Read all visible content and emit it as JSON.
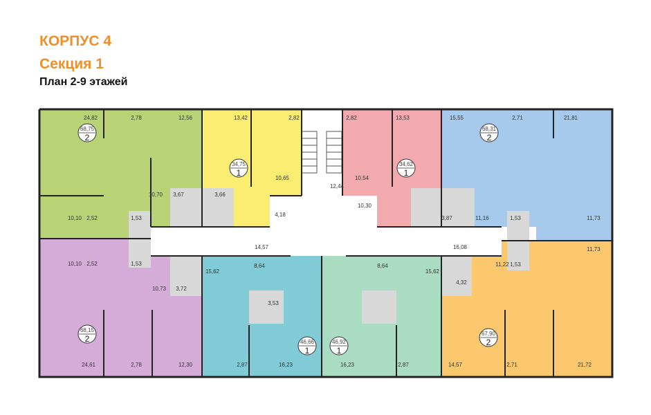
{
  "header": {
    "building": "КОРПУС 4",
    "section": "Секция 1",
    "plan": "План 2-9 этажей"
  },
  "colors": {
    "title": "#ef8f2a",
    "green": "#b8d275",
    "yellow": "#fbec72",
    "pink": "#f2aaae",
    "blue": "#a6c9ec",
    "purple": "#d5abd7",
    "teal": "#80cbd5",
    "mint": "#aadcc4",
    "orange": "#fbc86e",
    "wet": "#d8d8d8"
  },
  "corridor": {
    "stair_hall": "12,44",
    "lobby": "10,30",
    "corridor_left": "14,57",
    "corridor_right": "16,08"
  },
  "apartments": {
    "green": {
      "area": "68,75",
      "rooms": "2",
      "spaces": [
        "24,82",
        "2,78",
        "12,56",
        "10,70",
        "10,10",
        "2,52",
        "1,53",
        "3,67"
      ]
    },
    "yellow": {
      "area": "34,75",
      "rooms": "1",
      "spaces": [
        "13,42",
        "2,82",
        "10,65",
        "3,66",
        "4,18"
      ]
    },
    "pink": {
      "area": "34,62",
      "rooms": "1",
      "spaces": [
        "2,82",
        "13,53",
        "10,54",
        "3,87"
      ]
    },
    "blue": {
      "area": "68,31",
      "rooms": "2",
      "spaces": [
        "15,55",
        "2,71",
        "21,81",
        "11,16",
        "1,53",
        "11,73"
      ]
    },
    "purple": {
      "area": "68,15",
      "rooms": "2",
      "spaces": [
        "10,10",
        "2,52",
        "1,53",
        "10,73",
        "3,72",
        "24,61",
        "2,78",
        "12,30"
      ]
    },
    "teal": {
      "area": "46,66",
      "rooms": "1",
      "spaces": [
        "15,62",
        "8,64",
        "3,53",
        "2,87",
        "16,23"
      ]
    },
    "mint": {
      "area": "46,92",
      "rooms": "1",
      "spaces": [
        "8,64",
        "15,62",
        "16,23",
        "2,87"
      ]
    },
    "orange": {
      "area": "67,90",
      "rooms": "2",
      "spaces": [
        "11,22",
        "1,53",
        "11,73",
        "4,32",
        "14,57",
        "2,71",
        "21,72"
      ]
    }
  }
}
